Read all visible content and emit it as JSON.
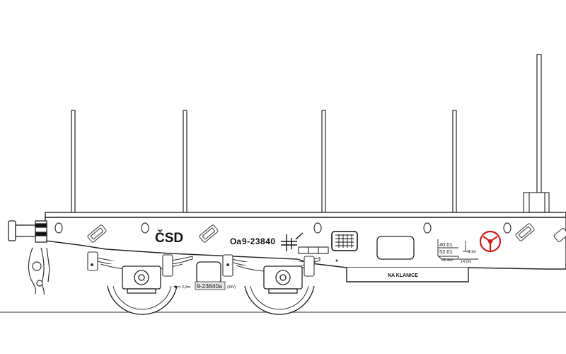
{
  "wagon": {
    "owner_mark": "ČSD",
    "class_prefix": "Oa",
    "number": "9-23840",
    "frame_number": "9-23840a",
    "frame_note": "(99V)",
    "axle_spacing": "2,0m",
    "placard": "NA KLANICE",
    "load_table": {
      "row1": "40.01",
      "row2": "52.01",
      "floor_area": "43.4m²",
      "length": "14.0m",
      "width": "3.1m"
    }
  },
  "colors": {
    "line": "#222222",
    "brake_wheel": "#cc1a1a",
    "buffer_band": "#111111"
  }
}
